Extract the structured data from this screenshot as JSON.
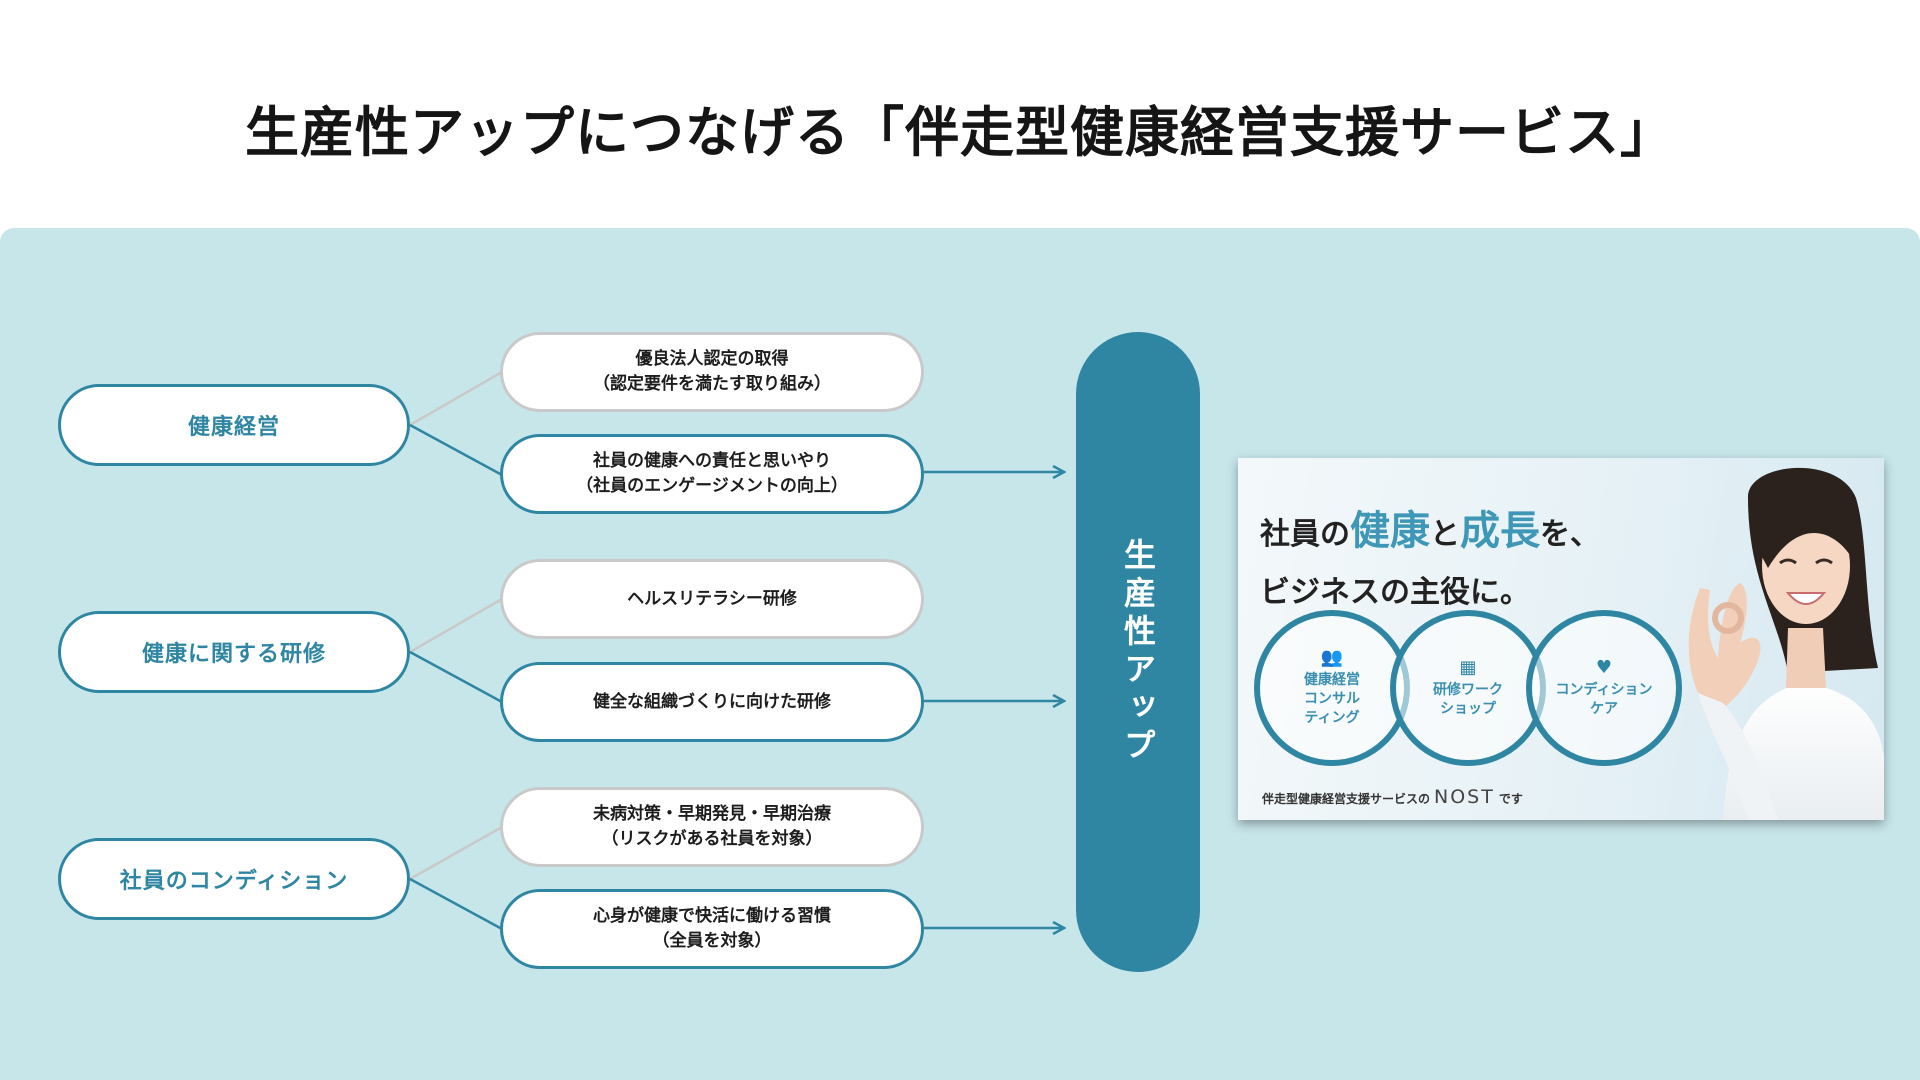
{
  "title": "生産性アップにつなげる「伴走型健康経営支援サービス」",
  "categories": [
    {
      "label": "健康経営"
    },
    {
      "label": "健康に関する研修"
    },
    {
      "label": "社員のコンディション"
    }
  ],
  "items": [
    {
      "text": "優良法人認定の取得\n（認定要件を満たす取り組み）"
    },
    {
      "text": "社員の健康への責任と思いやり\n（社員のエンゲージメントの向上）"
    },
    {
      "text": "ヘルスリテラシー研修"
    },
    {
      "text": "健全な組織づくりに向けた研修"
    },
    {
      "text": "未病対策・早期発見・早期治療\n（リスクがある社員を対象）"
    },
    {
      "text": "心身が健康で快活に働ける習慣\n（全員を対象）"
    }
  ],
  "result_label": "生産性アップ",
  "banner": {
    "line1_a": "社員の",
    "line1_h1": "健康",
    "line1_b": "と",
    "line1_h2": "成長",
    "line1_c": "を、",
    "line2": "ビジネスの主役に。",
    "circles": [
      {
        "icon": "people-icon",
        "label": "健康経営\nコンサル\nティング"
      },
      {
        "icon": "workshop-icon",
        "label": "研修ワーク\nショップ"
      },
      {
        "icon": "heart-icon",
        "label": "コンディション\nケア"
      }
    ],
    "footer_prefix": "伴走型健康経営支援サービスの",
    "footer_brand": "NOST",
    "footer_suffix": "です"
  },
  "colors": {
    "accent": "#2e86a3",
    "panel_bg": "#c7e6ea",
    "light_border": "#c9c9c9",
    "highlight_text": "#3f97b8"
  }
}
